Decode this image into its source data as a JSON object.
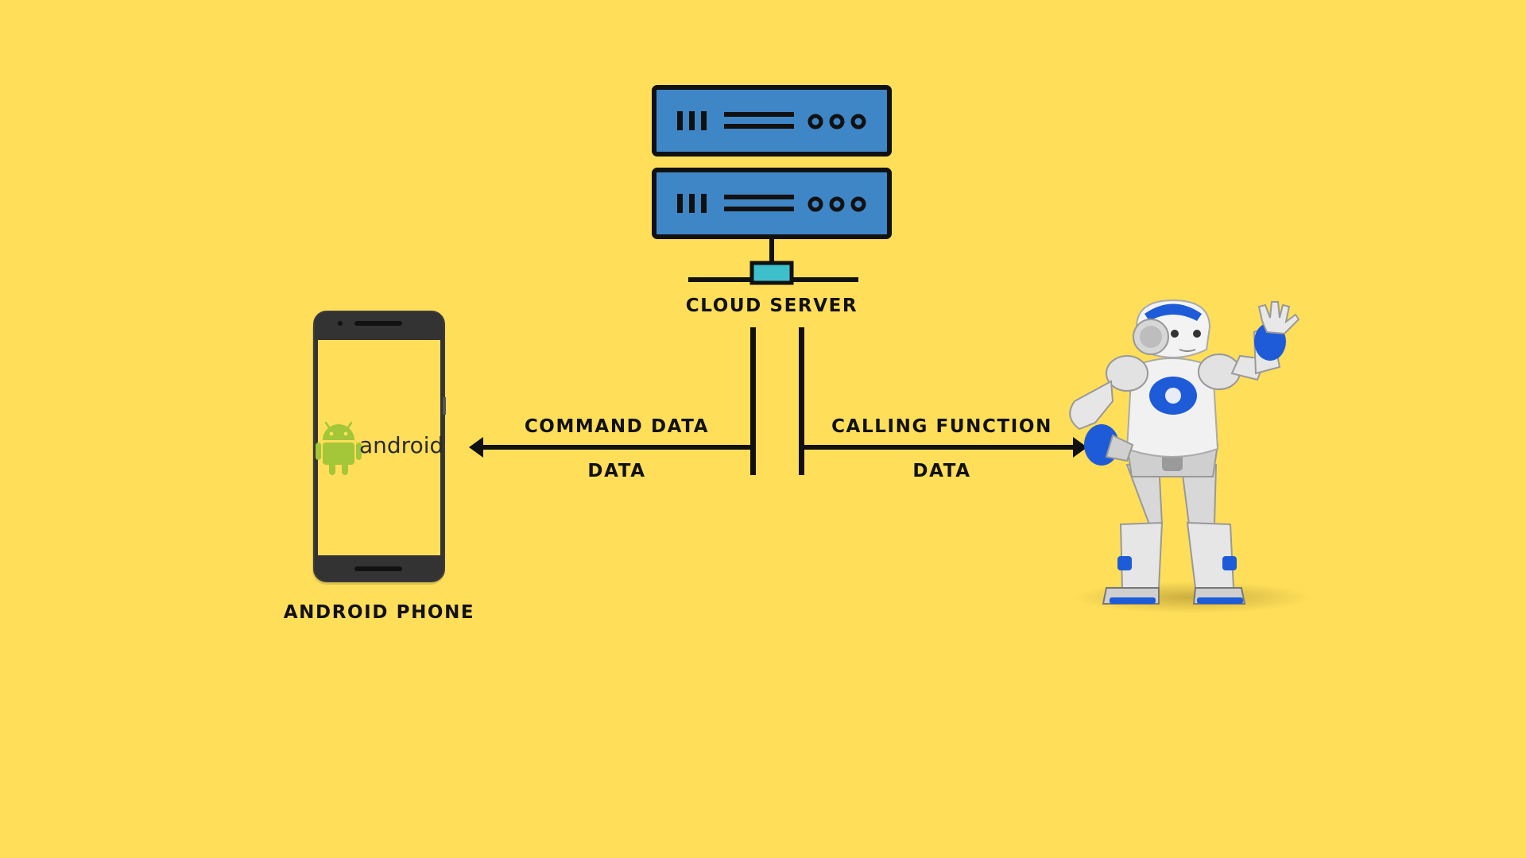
{
  "labels": {
    "server": "CLOUD SERVER",
    "phone": "ANDROID PHONE",
    "command": "COMMAND DATA",
    "data_left": "DATA",
    "calling": "CALLING FUNCTION",
    "data_right": "DATA"
  },
  "phone_screen_text": "android",
  "icons": {
    "server": "server-rack-icon",
    "phone": "smartphone-icon",
    "android_logo": "android-robot-icon",
    "robot": "humanoid-robot-icon"
  },
  "colors": {
    "background": "#FFDE59",
    "server": "#3F86C6",
    "connector": "#3DC0CC",
    "android": "#A4C639",
    "robot_accent": "#1E5BD8",
    "outline": "#111111"
  }
}
